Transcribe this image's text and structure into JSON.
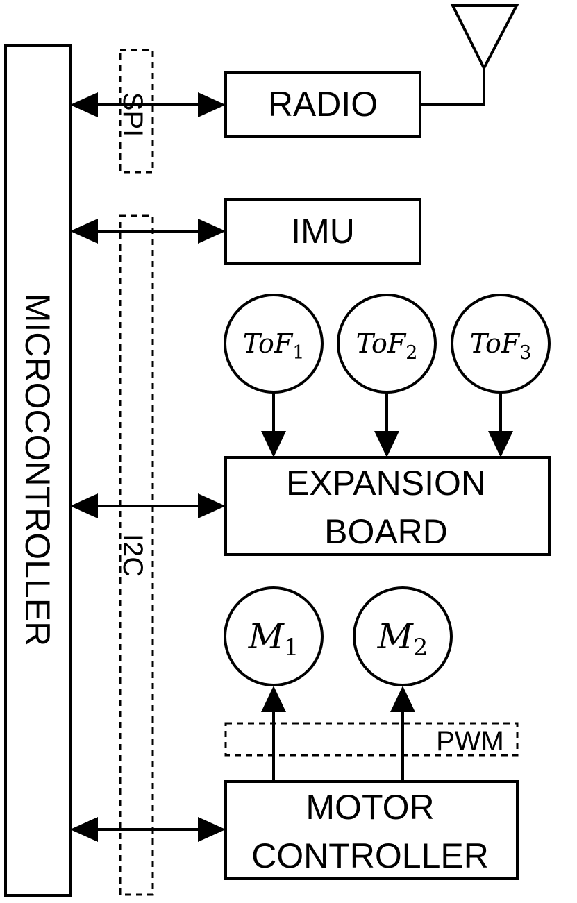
{
  "blocks": {
    "microcontroller": "MICROCONTROLLER",
    "radio": "RADIO",
    "imu": "IMU",
    "expansion_board_line1": "EXPANSION",
    "expansion_board_line2": "BOARD",
    "motor_controller_line1": "MOTOR",
    "motor_controller_line2": "CONTROLLER"
  },
  "buses": {
    "spi": "SPI",
    "i2c": "I2C",
    "pwm": "PWM"
  },
  "sensors": [
    {
      "base": "ToF",
      "sub": "1"
    },
    {
      "base": "ToF",
      "sub": "2"
    },
    {
      "base": "ToF",
      "sub": "3"
    }
  ],
  "motors": [
    {
      "base": "M",
      "sub": "1"
    },
    {
      "base": "M",
      "sub": "2"
    }
  ]
}
